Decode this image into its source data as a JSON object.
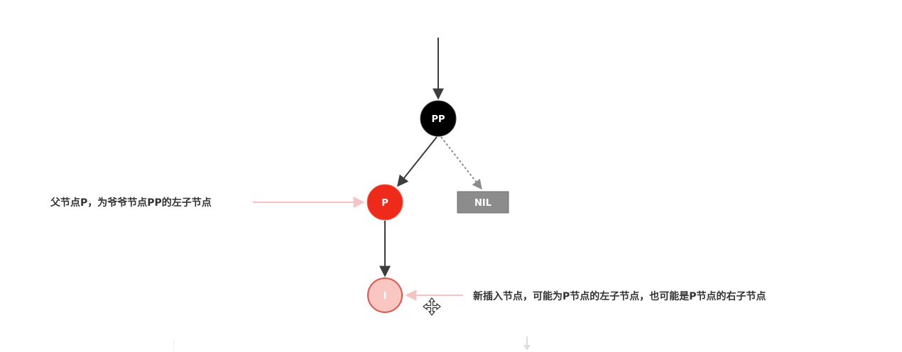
{
  "nodes": {
    "pp": {
      "label": "PP",
      "color": "#000000"
    },
    "p": {
      "label": "P",
      "color": "#ee2a1b"
    },
    "i": {
      "label": "I",
      "color": "#f9c6c1",
      "stroke": "#e0544a"
    },
    "nil": {
      "label": "NIL",
      "color": "#8c8c8c"
    }
  },
  "annotations": {
    "parent_note": "父节点P，为爷爷节点PP的左子节点",
    "insert_note": "新插入节点，可能为P节点的左子节点，也可能是P节点的右子节点"
  },
  "colors": {
    "edge": "#3d3d3d",
    "dashed_edge": "#8c8c8c",
    "pointer": "#f4c3c3"
  },
  "icons": {
    "cursor": "move-cursor-icon"
  }
}
